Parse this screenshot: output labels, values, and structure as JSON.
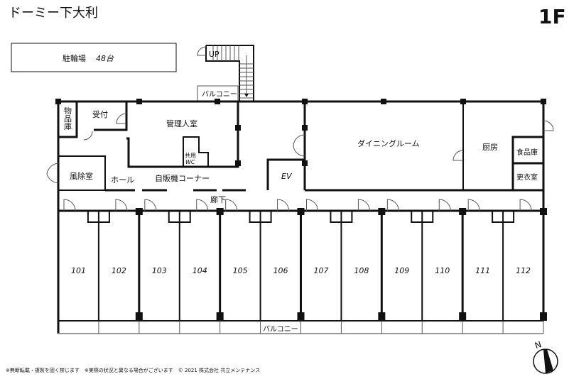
{
  "header": {
    "title": "ドーミー下大利",
    "floor": "1F"
  },
  "parking": {
    "label": "駐輪場",
    "count": "48台"
  },
  "stairs": {
    "label": "UP"
  },
  "rooms": {
    "balcony_small": "バルコニー",
    "storage": "物品庫",
    "reception": "受付",
    "manager": "管理人室",
    "wc_shared": "共用",
    "wc": "WC",
    "windbreak": "風除室",
    "hall": "ホール",
    "vending": "自販機コーナー",
    "ev": "EV",
    "dining": "ダイニングルーム",
    "kitchen": "厨房",
    "pantry": "食品庫",
    "changing": "更衣室",
    "corridor": "廊下",
    "balcony": "バルコニー"
  },
  "units": [
    "101",
    "102",
    "103",
    "104",
    "105",
    "106",
    "107",
    "108",
    "109",
    "110",
    "111",
    "112"
  ],
  "compass": {
    "label": "N"
  },
  "footer": "※無断転載・複製を固く禁じます　※実際の状況と異なる場合がございます　© 2021 株式会社 共立メンテナンス"
}
